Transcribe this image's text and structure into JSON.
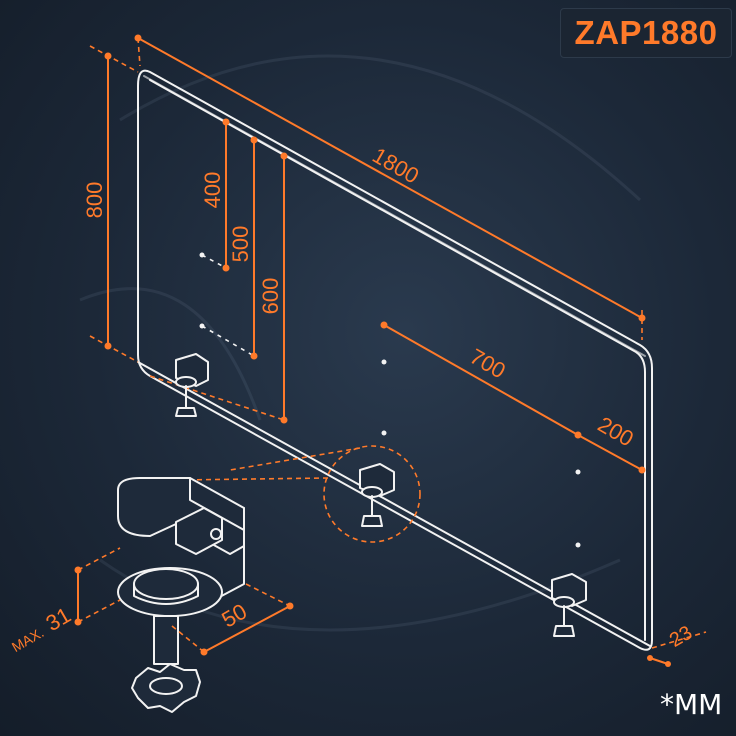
{
  "model": "ZAP1880",
  "unit_note": "*MM",
  "dimensions": {
    "width": "1800",
    "height": "800",
    "hole_400": "400",
    "hole_500": "500",
    "hole_600": "600",
    "spacing_700": "700",
    "edge_200": "200",
    "thickness": "23",
    "clamp_depth": "50",
    "clamp_max": "31",
    "clamp_max_prefix": "MAX."
  },
  "colors": {
    "accent": "#ff7a2a",
    "outline": "#f2f2f2",
    "background": "#1c2838"
  }
}
